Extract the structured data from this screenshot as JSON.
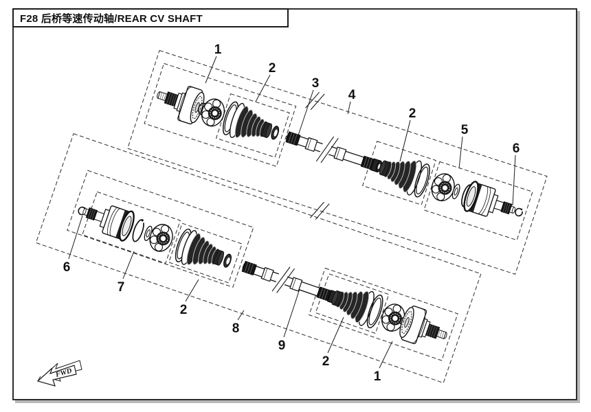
{
  "title": {
    "code": "F28",
    "name_cn": "后桥等速传动轴",
    "name_en": "REAR CV SHAFT",
    "full": "F28  后桥等速传动轴/REAR CV SHAFT"
  },
  "direction_marker": {
    "label": "FWD"
  },
  "callouts": [
    {
      "label": "1"
    },
    {
      "label": "2"
    },
    {
      "label": "3"
    },
    {
      "label": "4"
    },
    {
      "label": "2"
    },
    {
      "label": "5"
    },
    {
      "label": "6"
    },
    {
      "label": "6"
    },
    {
      "label": "7"
    },
    {
      "label": "2"
    },
    {
      "label": "8"
    },
    {
      "label": "9"
    },
    {
      "label": "2"
    },
    {
      "label": "1"
    }
  ]
}
